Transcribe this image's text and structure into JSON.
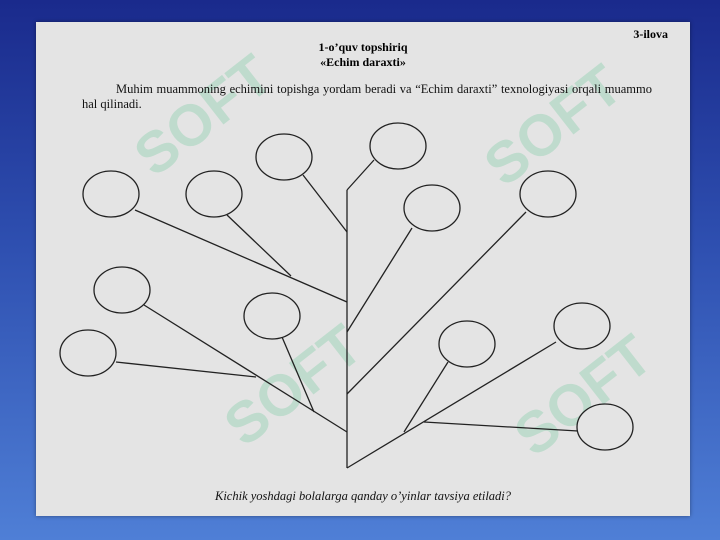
{
  "document": {
    "tag": "3-ilova",
    "title_line1": "1-o’quv topshiriq",
    "title_line2": "«Echim daraxti»",
    "paragraph": "Muhim muammoning echimini topishga yordam beradi va “Echim daraxti” texnologiyasi orqali muammo hal qilinadi.",
    "question": "Kichik yoshdagi bolalarga qanday o’yinlar tavsiya etiladi?"
  },
  "watermark": {
    "text": "SOFT",
    "color": "#3fbf7f"
  },
  "colors": {
    "background_top": "#1a2a8c",
    "background_bottom": "#4f7fd6",
    "slide": "#e4e4e4",
    "ink": "#000000"
  }
}
